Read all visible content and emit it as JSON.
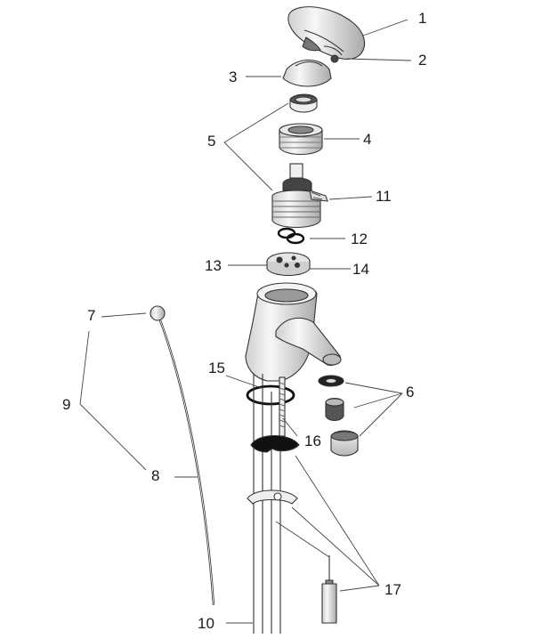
{
  "diagram": {
    "callouts": [
      {
        "id": "1",
        "label": "1"
      },
      {
        "id": "2",
        "label": "2"
      },
      {
        "id": "3",
        "label": "3"
      },
      {
        "id": "4",
        "label": "4"
      },
      {
        "id": "5",
        "label": "5"
      },
      {
        "id": "6",
        "label": "6"
      },
      {
        "id": "7",
        "label": "7"
      },
      {
        "id": "8",
        "label": "8"
      },
      {
        "id": "9",
        "label": "9"
      },
      {
        "id": "10",
        "label": "10"
      },
      {
        "id": "11",
        "label": "11"
      },
      {
        "id": "12",
        "label": "12"
      },
      {
        "id": "13",
        "label": "13"
      },
      {
        "id": "14",
        "label": "14"
      },
      {
        "id": "15",
        "label": "15"
      },
      {
        "id": "16",
        "label": "16"
      },
      {
        "id": "17",
        "label": "17"
      }
    ],
    "colors": {
      "line": "#333333",
      "part_fill": "#f2f2f2",
      "part_shade": "#bdbdbd",
      "dark": "#222222"
    }
  }
}
